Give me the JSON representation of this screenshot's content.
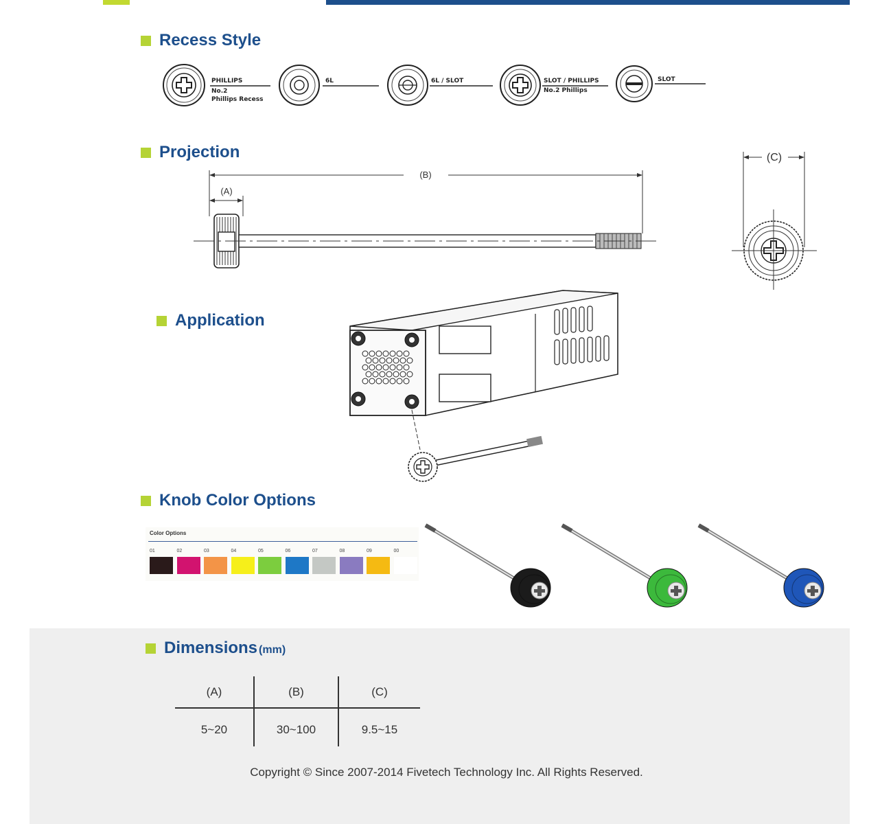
{
  "sections": {
    "recess": "Recess Style",
    "projection": "Projection",
    "application": "Application",
    "knob_colors": "Knob Color Options",
    "dimensions": "Dimensions",
    "dimensions_unit": "(mm)"
  },
  "recess_styles": [
    {
      "label": "PHILLIPS",
      "sub1": "No.2",
      "sub2": "Phillips Recess",
      "icon": "phillips-head-icon"
    },
    {
      "label": "6L",
      "sub1": "",
      "sub2": "",
      "icon": "hexalobular-head-icon"
    },
    {
      "label": "6L / SLOT",
      "sub1": "",
      "sub2": "",
      "icon": "hexalobular-slot-head-icon"
    },
    {
      "label": "SLOT / PHILLIPS",
      "sub1": "No.2 Phillips",
      "sub2": "",
      "icon": "slot-phillips-head-icon"
    },
    {
      "label": "SLOT",
      "sub1": "",
      "sub2": "",
      "icon": "slot-head-icon"
    }
  ],
  "projection": {
    "label_a": "(A)",
    "label_b": "(B)",
    "label_c": "(C)"
  },
  "color_options": {
    "title": "Color Options",
    "swatches": [
      {
        "num": "01",
        "color": "#2a1a1a"
      },
      {
        "num": "02",
        "color": "#d2136f"
      },
      {
        "num": "03",
        "color": "#f39447"
      },
      {
        "num": "04",
        "color": "#f6ef1a"
      },
      {
        "num": "05",
        "color": "#7ccd3e"
      },
      {
        "num": "06",
        "color": "#1e78c6"
      },
      {
        "num": "07",
        "color": "#c4c8c4"
      },
      {
        "num": "08",
        "color": "#8a7bc0"
      },
      {
        "num": "09",
        "color": "#f5ba12"
      },
      {
        "num": "00",
        "color": "#ffffff"
      }
    ]
  },
  "knob_samples": [
    {
      "name": "black",
      "color": "#1b1b1b"
    },
    {
      "name": "green",
      "color": "#3cb93c"
    },
    {
      "name": "blue",
      "color": "#1f56b8"
    }
  ],
  "dimensions_table": {
    "headers": [
      "(A)",
      "(B)",
      "(C)"
    ],
    "values": [
      "5~20",
      "30~100",
      "9.5~15"
    ]
  },
  "copyright": "Copyright © Since 2007-2014 Fivetech Technology Inc. All Rights Reserved.",
  "colors": {
    "heading_blue": "#1d4f8c",
    "accent_green": "#b5d335",
    "dims_background": "#efefef"
  }
}
